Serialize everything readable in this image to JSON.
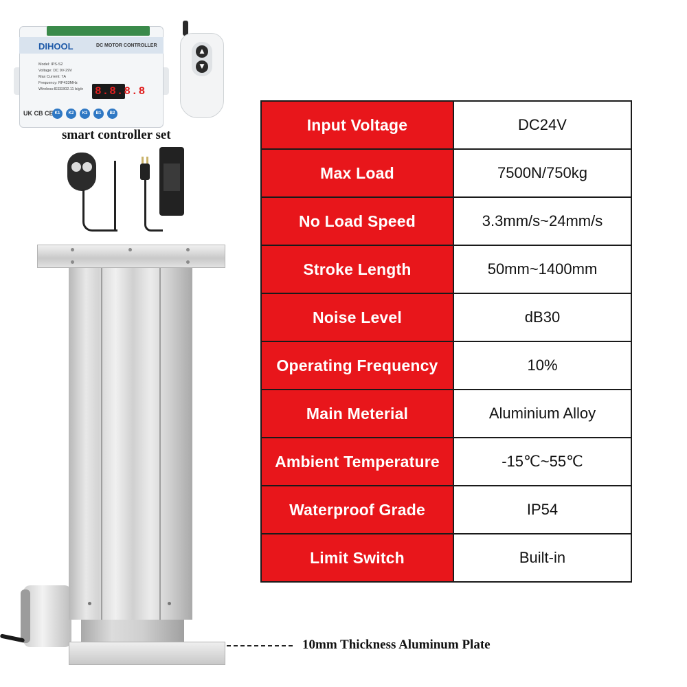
{
  "controller": {
    "brand": "DIHOOL",
    "title": "DC MOTOR CONTROLLER",
    "spec_lines": "Model: IPS-S2\nVoltage: DC 9V-29V\nMax Current: 7A\nFrequency: RF433MHz\nWireless:IEEE802.11 b/g/n",
    "display": "8.8.8.8",
    "buttons": [
      "K1",
      "K2",
      "K3",
      "B1",
      "B2"
    ],
    "cert": "UK CB CE"
  },
  "captions": {
    "controller_set": "smart controller set",
    "plate": "10mm Thickness Aluminum Plate"
  },
  "specs": [
    {
      "label": "Input Voltage",
      "value": "DC24V"
    },
    {
      "label": "Max Load",
      "value": "7500N/750kg"
    },
    {
      "label": "No Load Speed",
      "value": "3.3mm/s~24mm/s"
    },
    {
      "label": "Stroke Length",
      "value": "50mm~1400mm"
    },
    {
      "label": "Noise Level",
      "value": "dB30"
    },
    {
      "label": "Operating Frequency",
      "value": "10%"
    },
    {
      "label": "Main Meterial",
      "value": "Aluminium Alloy"
    },
    {
      "label": "Ambient Temperature",
      "value": "-15℃~55℃"
    },
    {
      "label": "Waterproof Grade",
      "value": "IP54"
    },
    {
      "label": "Limit Switch",
      "value": "Built-in"
    }
  ],
  "colors": {
    "label_bg": "#e8161b",
    "label_text": "#ffffff",
    "border": "#1a1a1a"
  }
}
